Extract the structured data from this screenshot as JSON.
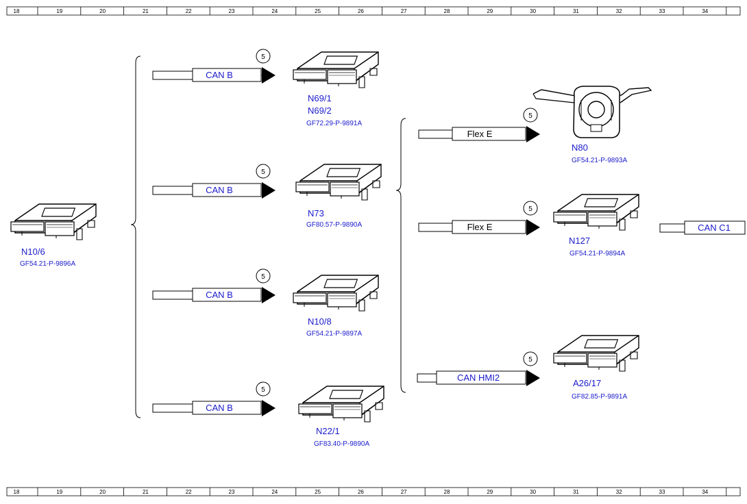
{
  "grid": {
    "columns": [
      "18",
      "19",
      "20",
      "21",
      "22",
      "23",
      "24",
      "25",
      "26",
      "27",
      "28",
      "29",
      "30",
      "31",
      "32",
      "33",
      "34"
    ]
  },
  "colors": {
    "label": "#1a1acc",
    "line": "#000000",
    "bus_text_blue": "#1a1acc",
    "bus_text_black": "#000000"
  },
  "components": [
    {
      "id": "n10_6",
      "name": "N10/6",
      "doc": "GF54.21-P-9896A",
      "icon": "control-unit-icon"
    },
    {
      "id": "n69",
      "name": "N69/1",
      "name2": "N69/2",
      "doc": "GF72.29-P-9891A",
      "icon": "control-unit-icon"
    },
    {
      "id": "n73",
      "name": "N73",
      "doc": "GF80.57-P-9890A",
      "icon": "control-unit-icon"
    },
    {
      "id": "n10_8",
      "name": "N10/8",
      "doc": "GF54.21-P-9897A",
      "icon": "control-unit-icon"
    },
    {
      "id": "n22_1",
      "name": "N22/1",
      "doc": "GF83.40-P-9890A",
      "icon": "control-unit-icon"
    },
    {
      "id": "n80",
      "name": "N80",
      "doc": "GF54.21-P-9893A",
      "icon": "steering-column-module-icon"
    },
    {
      "id": "n127",
      "name": "N127",
      "doc": "GF54.21-P-9894A",
      "icon": "control-unit-icon"
    },
    {
      "id": "a26_17",
      "name": "A26/17",
      "doc": "GF82.85-P-9891A",
      "icon": "control-unit-icon"
    }
  ],
  "buses": [
    {
      "id": "canb1",
      "label": "CAN B",
      "pin": "5"
    },
    {
      "id": "canb2",
      "label": "CAN B",
      "pin": "5"
    },
    {
      "id": "canb3",
      "label": "CAN B",
      "pin": "5"
    },
    {
      "id": "canb4",
      "label": "CAN B",
      "pin": "5"
    },
    {
      "id": "flex1",
      "label": "Flex E",
      "pin": "5"
    },
    {
      "id": "flex2",
      "label": "Flex E",
      "pin": "5"
    },
    {
      "id": "hmi2",
      "label": "CAN HMI2",
      "pin": "5"
    },
    {
      "id": "canc1",
      "label": "CAN C1"
    }
  ]
}
